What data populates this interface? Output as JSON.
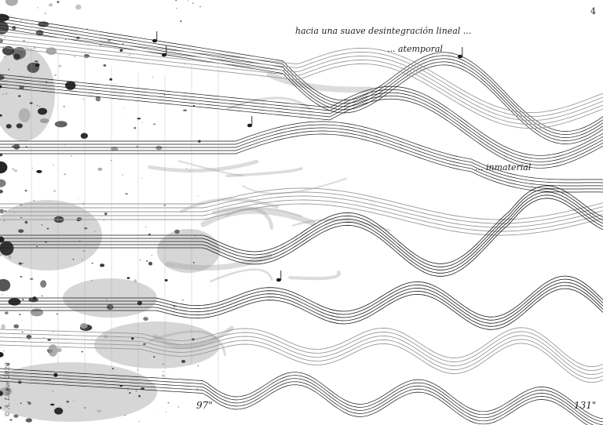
{
  "texts": {
    "line1": "hacia una suave desintegración lineal ...",
    "line2": "... atemporal",
    "line3": "... inmaterial"
  },
  "page_number": "4",
  "time_marks": {
    "first": "97\"",
    "second": "131\""
  },
  "credit": "© A. Luque 2020",
  "colors": {
    "ink": "#1a1a1a",
    "grey": "#9a9a9a",
    "light_grey": "#c8c8c8",
    "background": "#ffffff"
  },
  "icons": [
    "music-note-icon",
    "ink-splatter"
  ]
}
